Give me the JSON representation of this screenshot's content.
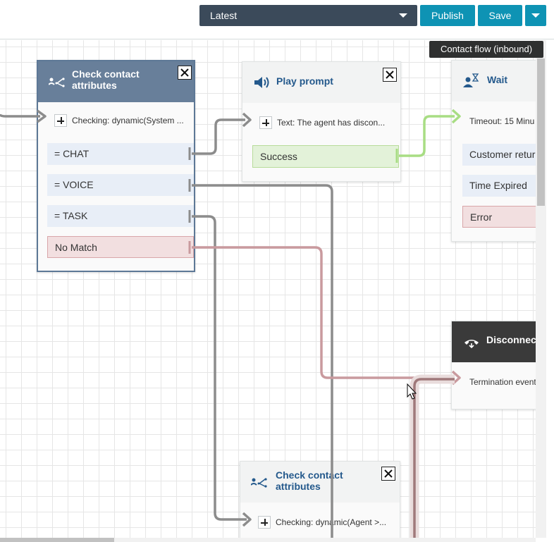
{
  "toolbar": {
    "version_label": "Latest",
    "publish_label": "Publish",
    "save_label": "Save"
  },
  "tooltip": "Contact flow (inbound)",
  "blocks": {
    "check1": {
      "title": "Check contact attributes",
      "entry": "Checking: dynamic(System ...",
      "branches": [
        "= CHAT",
        "= VOICE",
        "= TASK",
        "No Match"
      ]
    },
    "play": {
      "title": "Play prompt",
      "entry": "Text: The agent has discon...",
      "branches": [
        "Success"
      ]
    },
    "wait": {
      "title": "Wait",
      "entry": "Timeout: 15 Minu",
      "branches": [
        "Customer retur",
        "Time Expired",
        "Error"
      ]
    },
    "disconnect": {
      "title": "Disconnec",
      "entry": "Termination event"
    },
    "check2": {
      "title": "Check contact attributes",
      "entry": "Checking: dynamic(Agent >..."
    }
  },
  "colors": {
    "primary": "#0e93b4",
    "toolbar_select": "#3b4a5a",
    "selected_header": "#687f9a",
    "connector_gray": "#8c8c8c",
    "connector_green": "#a8dd84",
    "connector_red": "#c99a9e"
  }
}
